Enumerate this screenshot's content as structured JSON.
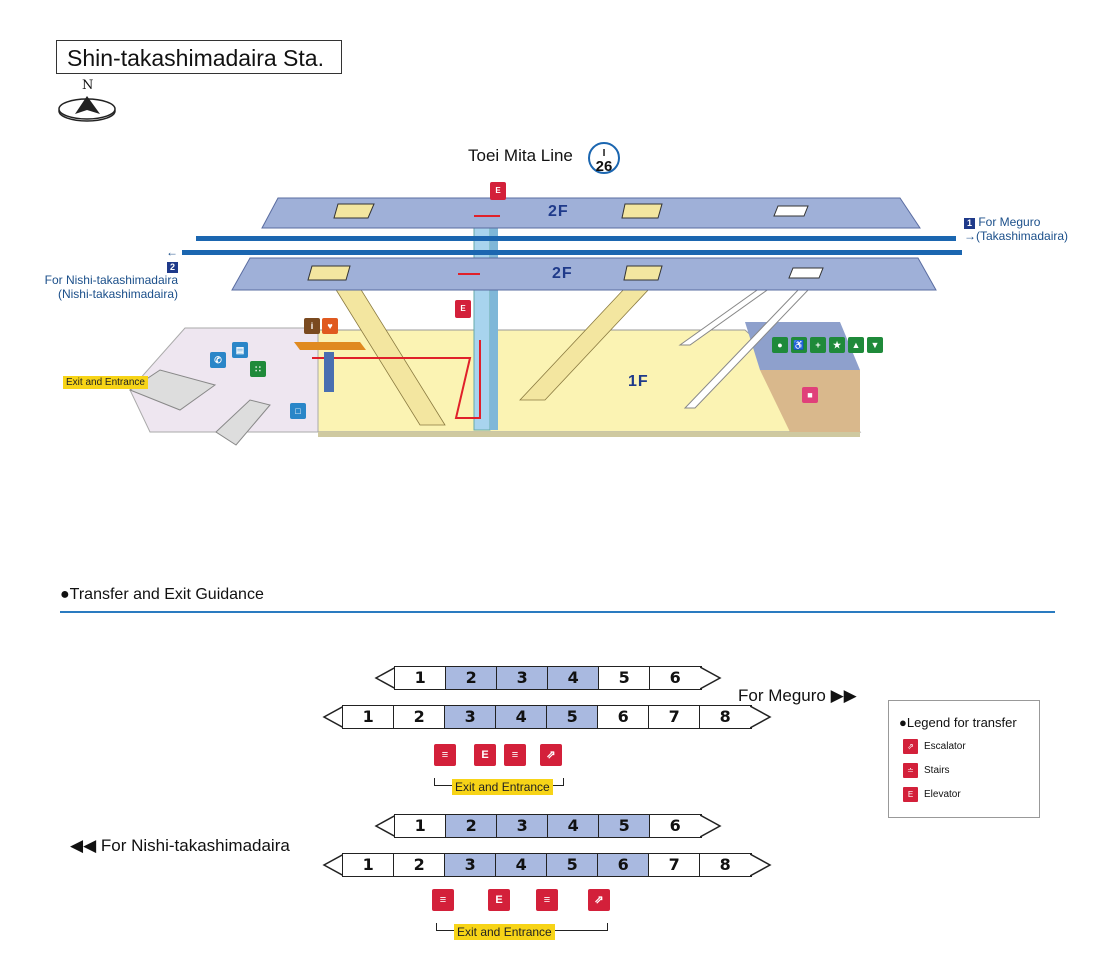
{
  "station": {
    "title": "Shin-takashimadaira Sta.",
    "compass_label": "N"
  },
  "line": {
    "name": "Toei Mita Line",
    "badge_code": "26",
    "color": "#1b66b0"
  },
  "directions": {
    "meguro": {
      "number": "1",
      "label": "For Meguro",
      "sublabel": "(Takashimadaira)"
    },
    "nishi": {
      "number": "2",
      "label": "For Nishi-takashimadaira",
      "sublabel": "(Nishi-takashimadaira)"
    }
  },
  "floors": {
    "upper": "2F",
    "upper2": "2F",
    "ground": "1F"
  },
  "exit_label": "Exit and Entrance",
  "guidance": {
    "title": "●Transfer and Exit Guidance",
    "groups": [
      {
        "direction_text": "For Meguro ▶▶",
        "rows": [
          {
            "cars": [
              "1",
              "2",
              "3",
              "4",
              "5",
              "6"
            ],
            "highlight": [
              "2",
              "3",
              "4"
            ]
          },
          {
            "cars": [
              "1",
              "2",
              "3",
              "4",
              "5",
              "6",
              "7",
              "8"
            ],
            "highlight": [
              "3",
              "4",
              "5"
            ]
          }
        ],
        "pictograms": [
          "stairs-icon",
          "elevator-icon",
          "stairs-icon",
          "escalator-icon"
        ],
        "exit_label": "Exit and Entrance"
      },
      {
        "direction_text": "◀◀ For Nishi-takashimadaira",
        "rows": [
          {
            "cars": [
              "1",
              "2",
              "3",
              "4",
              "5",
              "6"
            ],
            "highlight": [
              "2",
              "3",
              "4",
              "5"
            ]
          },
          {
            "cars": [
              "1",
              "2",
              "3",
              "4",
              "5",
              "6",
              "7",
              "8"
            ],
            "highlight": [
              "3",
              "4",
              "5",
              "6"
            ]
          }
        ],
        "pictograms": [
          "stairs-icon",
          "elevator-icon",
          "stairs-icon",
          "escalator-icon"
        ],
        "exit_label": "Exit and Entrance"
      }
    ]
  },
  "legend": {
    "title": "●Legend for transfer",
    "items": [
      {
        "icon": "escalator-icon",
        "label": "Escalator"
      },
      {
        "icon": "stairs-icon",
        "label": "Stairs"
      },
      {
        "icon": "elevator-icon",
        "label": "Elevator"
      }
    ]
  },
  "colors": {
    "platform": "#9fb0d8",
    "concourse": "#fbf3b3",
    "track": "#1b66b0",
    "pictogram": "#d3203a",
    "exit_tag": "#f7d417",
    "highlight_car": "#a9b9e0"
  }
}
